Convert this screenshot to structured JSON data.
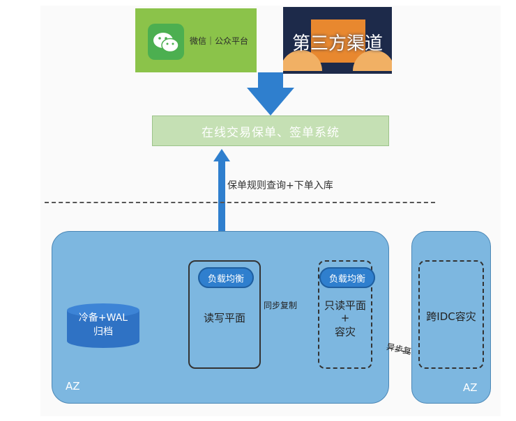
{
  "sources": {
    "wechat_text": "微信｜公众平台",
    "third_party_text": "第三方渠道"
  },
  "system": {
    "label": "在线交易保单、签单系统"
  },
  "link_label": "保单规则查询+下单入库",
  "main_az": {
    "label": "AZ",
    "storage": {
      "line1": "冷备+WAL",
      "line2": "归档"
    },
    "rw_plane": {
      "lb": "负载均衡",
      "label": "读写平面"
    },
    "sync_label": "同步复制",
    "ro_plane": {
      "lb": "负载均衡",
      "line1": "只读平面",
      "line2": "+",
      "line3": "容灾"
    }
  },
  "async_label": "异步复制",
  "remote_az": {
    "label": "AZ",
    "dr_label": "跨IDC容灾"
  },
  "colors": {
    "az_fill": "#7db7e0",
    "system_fill": "#c5e0b4",
    "arrow_blue": "#2f7fce"
  }
}
